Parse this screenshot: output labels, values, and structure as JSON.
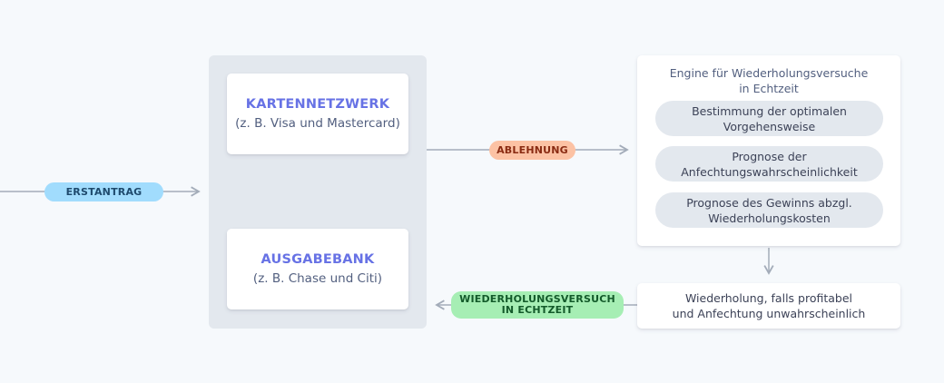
{
  "labels": {
    "initial_request": "ERSTANTRAG",
    "decline": "ABLEHNUNG",
    "realtime_retry_line1": "WIEDERHOLUNGSVERSUCH",
    "realtime_retry_line2": "IN ECHTZEIT"
  },
  "network": {
    "title": "KARTENNETZWERK",
    "subtitle": "(z. B. Visa und Mastercard)"
  },
  "issuer": {
    "title": "AUSGABEBANK",
    "subtitle": "(z. B. Chase und Citi)"
  },
  "engine": {
    "title_line1": "Engine für Wiederholungsversuche",
    "title_line2": "in Echtzeit",
    "items": [
      {
        "line1": "Bestimmung der optimalen",
        "line2": "Vorgehensweise"
      },
      {
        "line1": "Prognose der",
        "line2": "Anfechtungswahrscheinlichkeit"
      },
      {
        "line1": "Prognose des Gewinns abzgl.",
        "line2": "Wiederholungskosten"
      }
    ]
  },
  "retry_box": {
    "line1": "Wiederholung, falls profitabel",
    "line2": "und Anfechtung unwahrscheinlich"
  },
  "colors": {
    "accent": "#6772e5",
    "blue_pill": "#a1dcfd",
    "orange_pill": "#fcc2a4",
    "green_pill": "#a6eeb4",
    "connector": "#a3acb9"
  }
}
